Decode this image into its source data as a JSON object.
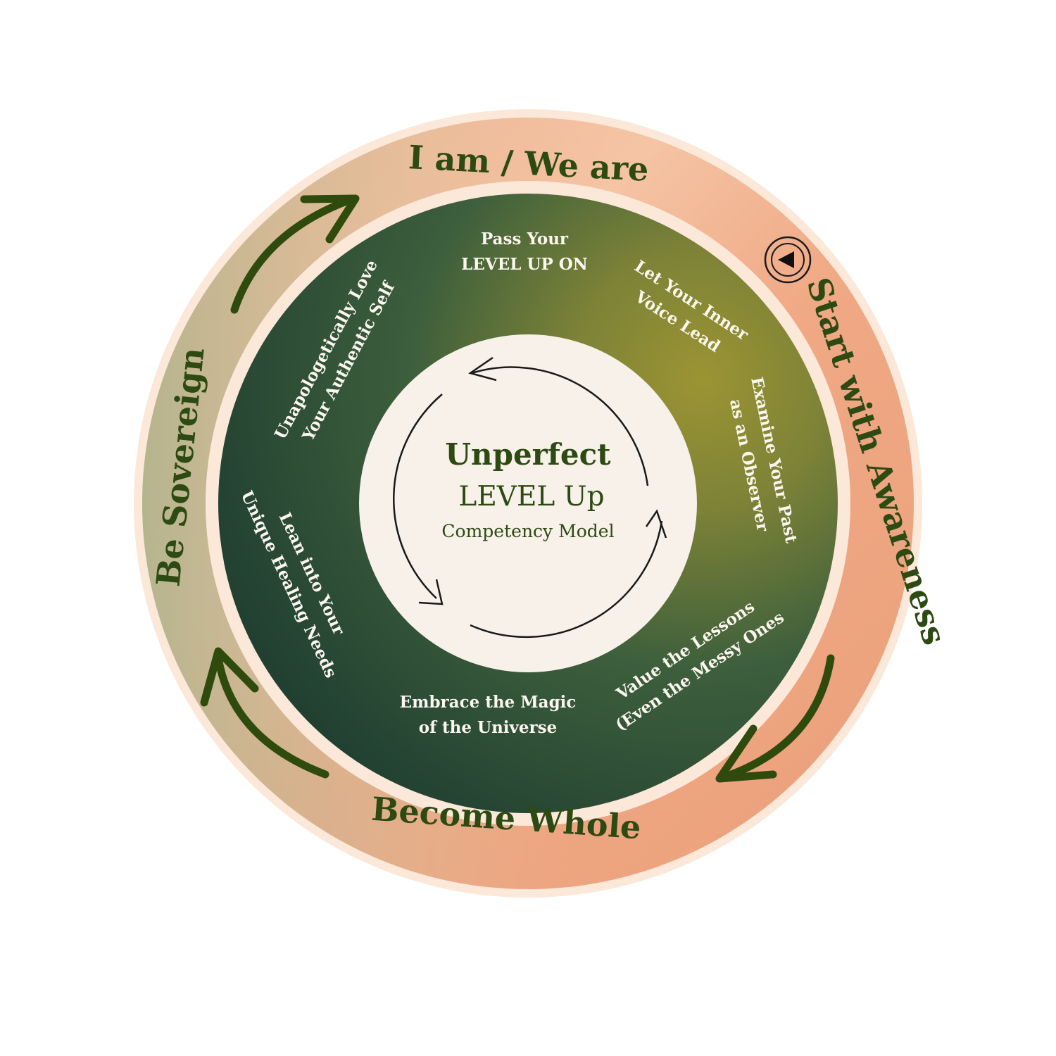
{
  "colors": {
    "outer_ring_light": "#fbe8d8",
    "outer_ring_band": "#f0ac86",
    "outer_ring_band_green": "#c2bd96",
    "inner_ring_dark": "#234a35",
    "inner_ring_olive": "#8f8c31",
    "center_fill": "#f7f1ea",
    "label_green": "#2d4a12",
    "arrow_green": "#2e4a0c",
    "competency_text": "#fbf6ee"
  },
  "outer_ring": {
    "labels": [
      "I am / We are",
      "Start with Awareness",
      "Become Whole",
      "Be Sovereign"
    ]
  },
  "center": {
    "title": "Unperfect",
    "subtitle": "LEVEL Up",
    "caption": "Competency Model"
  },
  "competencies": [
    {
      "lines": [
        "Pass Your",
        "LEVEL UP ON"
      ]
    },
    {
      "lines": [
        "Let Your Inner",
        "Voice Lead"
      ]
    },
    {
      "lines": [
        "Examine Your Past",
        "as an Observer"
      ]
    },
    {
      "lines": [
        "Value the Lessons",
        "(Even the Messy Ones"
      ]
    },
    {
      "lines": [
        "Embrace the Magic",
        "of the Universe"
      ]
    },
    {
      "lines": [
        "Lean into Your",
        "Unique Healing Needs"
      ]
    },
    {
      "lines": [
        "Unapologetically Love",
        "Your Authentic Self"
      ]
    }
  ],
  "icons": [
    "play-button-icon",
    "cycle-arrows-icon",
    "curved-arrow-icon"
  ]
}
